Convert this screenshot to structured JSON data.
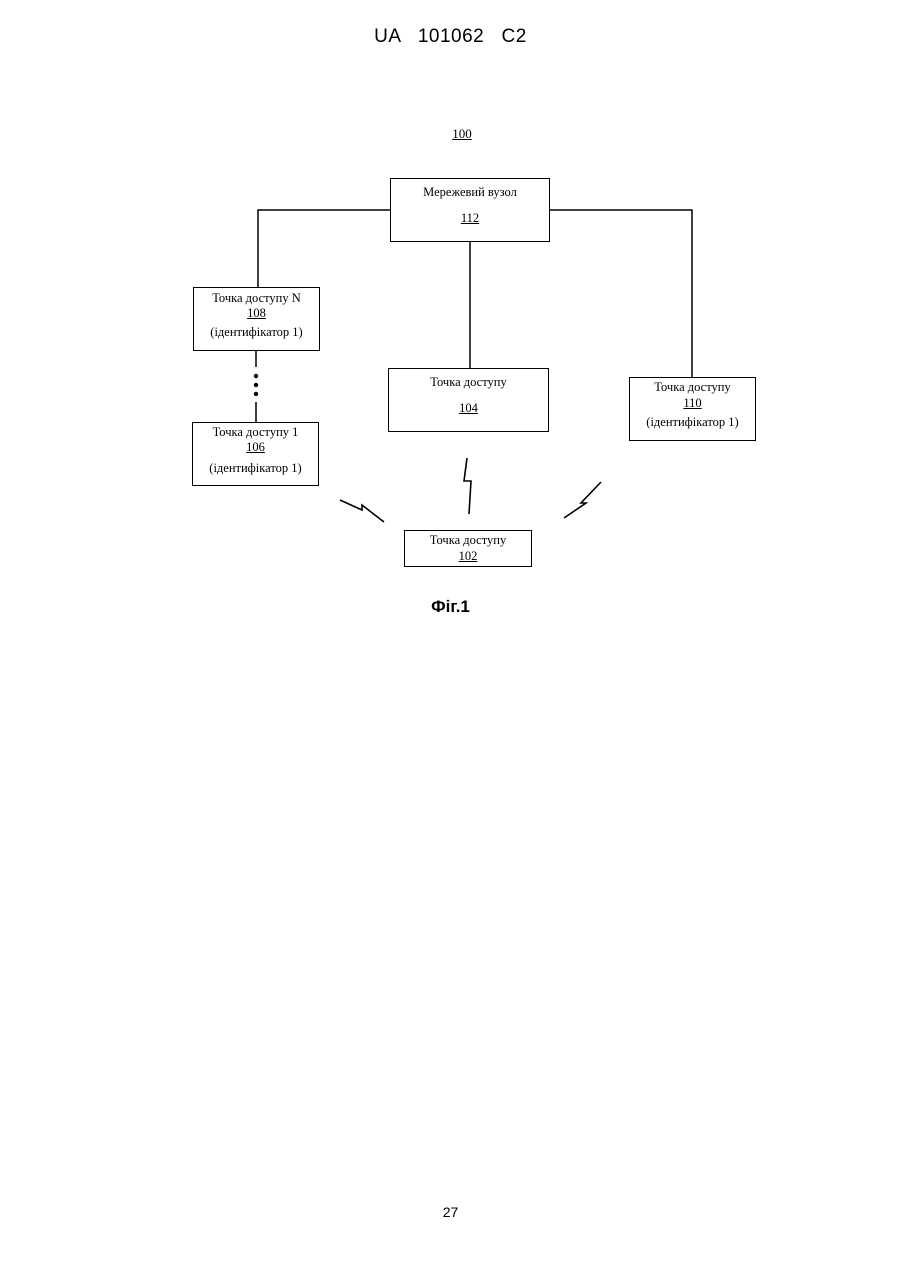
{
  "header": {
    "document_id": "UA   101062   C2"
  },
  "diagram": {
    "system_ref": "100",
    "nodes": {
      "network_node": {
        "title": "Мережевий вузол",
        "number": "112"
      },
      "ap_n": {
        "title": "Точка доступу N",
        "number": "108",
        "identifier": "(ідентифікатор 1)"
      },
      "ap_1": {
        "title": "Точка доступу 1",
        "number": "106",
        "identifier": "(ідентифікатор 1)"
      },
      "ap_104": {
        "title": "Точка доступу",
        "number": "104"
      },
      "ap_110": {
        "title": "Точка доступу",
        "number": "110",
        "identifier": "(ідентифікатор 1)"
      },
      "ap_102": {
        "title": "Точка доступу",
        "number": "102"
      }
    }
  },
  "caption": "Фіг.1",
  "page_number": "27"
}
